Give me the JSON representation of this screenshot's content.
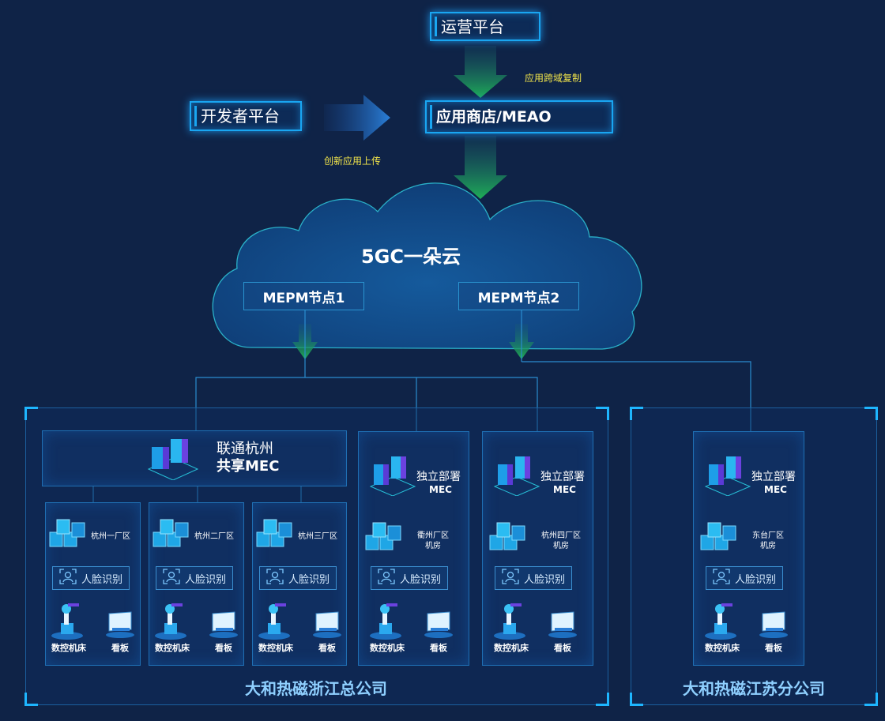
{
  "top": {
    "ops_platform": "运营平台",
    "dev_platform": "开发者平台",
    "app_store": "应用商店/MEAO",
    "cross_domain_copy": "应用跨域复制",
    "upload_app": "创新应用上传"
  },
  "cloud": {
    "title": "5GC一朵云",
    "node1": "MEPM节点1",
    "node2": "MEPM节点2"
  },
  "zhejiang": {
    "company": "大和热磁浙江总公司",
    "shared_mec_line1": "联通杭州",
    "shared_mec_line2": "共享MEC",
    "sites": [
      {
        "name": "杭州一厂区",
        "face": "人脸识别",
        "cnc": "数控机床",
        "board": "看板"
      },
      {
        "name": "杭州二厂区",
        "face": "人脸识别",
        "cnc": "数控机床",
        "board": "看板"
      },
      {
        "name": "杭州三厂区",
        "face": "人脸识别",
        "cnc": "数控机床",
        "board": "看板"
      }
    ],
    "independent": [
      {
        "title": "独立部署",
        "mec": "MEC",
        "site1": "衢州厂区",
        "site2": "机房",
        "face": "人脸识别",
        "cnc": "数控机床",
        "board": "看板"
      },
      {
        "title": "独立部署",
        "mec": "MEC",
        "site1": "杭州四厂区",
        "site2": "机房",
        "face": "人脸识别",
        "cnc": "数控机床",
        "board": "看板"
      }
    ]
  },
  "jiangsu": {
    "company": "大和热磁江苏分公司",
    "title": "独立部署",
    "mec": "MEC",
    "site1": "东台厂区",
    "site2": "机房",
    "face": "人脸识别",
    "cnc": "数控机床",
    "board": "看板"
  },
  "colors": {
    "background": "#0f2347",
    "accent": "#19a6f2",
    "arrow_green": "#1fae56",
    "label_yellow": "#f1e44a"
  }
}
